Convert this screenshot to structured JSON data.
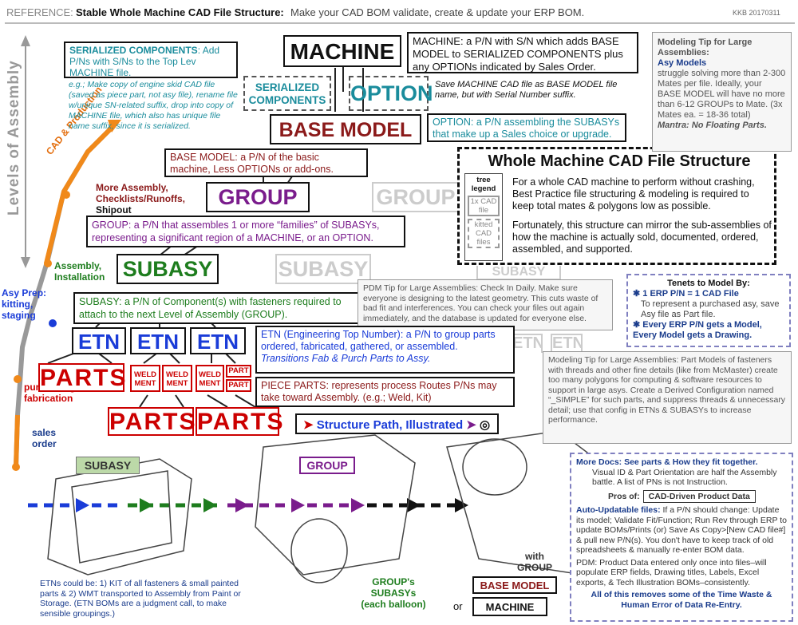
{
  "header": {
    "prefix": "REFERENCE:",
    "title": "Stable Whole Machine CAD File Structure:",
    "subtitle": "Make your CAD BOM validate, create & update your ERP BOM.",
    "tag": "KKB 20170311"
  },
  "levels_label": "Levels of Assembly",
  "side_labels": {
    "cad_production": "CAD & Production",
    "more_assembly": "More Assembly, Checklists/Runoffs,",
    "shipout": "Shipout",
    "assembly_installation": "Assembly, Installation",
    "asy_prep": "Asy Prep: kitting, staging",
    "purchasing": "purchasing / fabrication",
    "sales_order": "sales order"
  },
  "levels": {
    "machine": "MACHINE",
    "serialized": "SERIALIZED COMPONENTS",
    "option": "OPTION",
    "base_model": "BASE MODEL",
    "group": "GROUP",
    "group_ghost": "GROUP",
    "subasy": "SUBASY",
    "subasy_ghost": "SUBASY",
    "subasy_ghost2": "SUBASY",
    "etn": "ETN",
    "parts": "PARTS",
    "weld_ment": "WELD MENT",
    "weld": "WELD",
    "ment": "MENT",
    "part": "PART"
  },
  "definitions": {
    "serialized_head": "SERIALIZED COMPONENTS",
    "serialized_body": ": Add P/Ns with S/Ns to the Top Lev MACHINE file.",
    "serialized_eg": "e.g.; Make copy of engine skid CAD file (saved as piece part, not asy file), rename file w/unique SN-related suffix, drop into copy of MACHINE file, which also has unique file name suffix, since it is serialized.",
    "machine_def": "MACHINE: a P/N with S/N which adds BASE MODEL to SERIALIZED COMPONENTS plus any OPTIONs indicated by Sales Order.",
    "save_machine": "Save MACHINE CAD file as BASE MODEL file name, but with Serial Number suffix.",
    "option_def": "OPTION: a P/N assembling the SUBASYs that make up a Sales choice or upgrade.",
    "base_model_def": "BASE MODEL: a P/N of the basic machine, Less OPTIONs or add-ons.",
    "group_def": "GROUP: a P/N that assembles 1 or more “families” of SUBASYs, representing a significant region of a MACHINE, or an OPTION.",
    "subasy_def": "SUBASY: a P/N of Component(s) with fasteners required to attach to the next Level of Assembly (GROUP).",
    "etn_def": "ETN (Engineering Top Number): a P/N to group parts ordered, fabricated, gathered, or assembled.",
    "etn_transition": "Transitions Fab & Purch Parts to Assy.",
    "piece_parts_def": "PIECE PARTS: represents process Routes P/Ns may take toward Assembly. (e.g.; Weld, Kit)"
  },
  "whole_machine": {
    "title": "Whole Machine CAD File Structure",
    "legend_title": "tree legend",
    "legend_1x": "1x CAD file",
    "legend_kitted": "kitted CAD files",
    "para1": "For a whole CAD machine to perform without crashing, Best Practice file structuring & modeling is required to keep total mates & polygons low as possible.",
    "para2": "Fortunately, this structure can mirror the sub-assemblies of how the machine is actually sold, documented, ordered, assembled, and supported."
  },
  "tips": {
    "asy_tip_head": "Modeling Tip for Large Assemblies:",
    "asy_tip_sub": "Asy Models",
    "asy_tip_body": "struggle solving more than 2-300 Mates per file. Ideally, your BASE MODEL will have no more than 6-12 GROUPs to Mate. (3x Mates ea. = 18-36 total)",
    "asy_tip_mantra": "Mantra: No Floating Parts.",
    "pdm_tip": "PDM Tip for Large Assemblies: Check In Daily. Make sure everyone is designing to the latest geometry. This cuts waste of bad fit and interferences. You can check your files out again immediately, and the database is updated for everyone else.",
    "part_tip": "Modeling Tip for Large Assemblies: Part Models of fasteners with threads and other fine details (like from McMaster) create too many polygons for computing & software resources to support in large asys. Create a Derived Configuration named “_SIMPLE” for such parts, and suppress threads & unnecessary detail; use that config in ETNs & SUBASYs to increase performance."
  },
  "tenets": {
    "title": "Tenets to Model By:",
    "t1_head": "1 ERP P/N = 1 CAD File",
    "t1_body": "To represent a purchased asy, save Asy file as Part file.",
    "t2": "Every ERP P/N gets a Model, Every Model gets a Drawing."
  },
  "more_docs": {
    "head": "More Docs: See parts & How they fit together.",
    "body": "Visual ID & Part Orientation are half the Assembly battle. A list of PNs is not Instruction.",
    "pros_of": "Pros of:",
    "cad_driven": "CAD-Driven Product Data",
    "auto_head": "Auto-Updatable files:",
    "auto_body": "If a P/N should change: Update its model; Validate Fit/Function; Run Rev through ERP to update BOMs/Prints (or) Save As Copy>[New CAD file#] & pull new P/N(s). You don't have to keep track of old spreadsheets & manually re-enter BOM data.",
    "pdm": "PDM: Product Data entered only once into files–will populate ERP fields, Drawing titles, Labels, Excel exports, & Tech Illustration BOMs–consistently.",
    "waste": "All of this removes some of the Time Waste & Human Error of Data Re-Entry."
  },
  "illustration": {
    "structure_path": "Structure Path, Illustrated",
    "subasy_label": "SUBASY",
    "group_label": "GROUP",
    "group_subasys": "GROUP's SUBASYs (each balloon)",
    "with_group": "with GROUP",
    "base_model": "BASE MODEL",
    "or": "or",
    "machine": "MACHINE",
    "etns_note": "ETNs could be: 1) KIT of all fasteners & small painted parts & 2) WMT transported to Assembly from Paint or Storage. (ETN BOMs are a judgment call, to make sensible groupings.)"
  },
  "colors": {
    "teal": "#1a8c9c",
    "maroon": "#8b1a1a",
    "purple": "#7a1c8c",
    "green": "#1e7d1e",
    "blue": "#1a3cd8",
    "red": "#c00000",
    "orange": "#e36c0a"
  }
}
